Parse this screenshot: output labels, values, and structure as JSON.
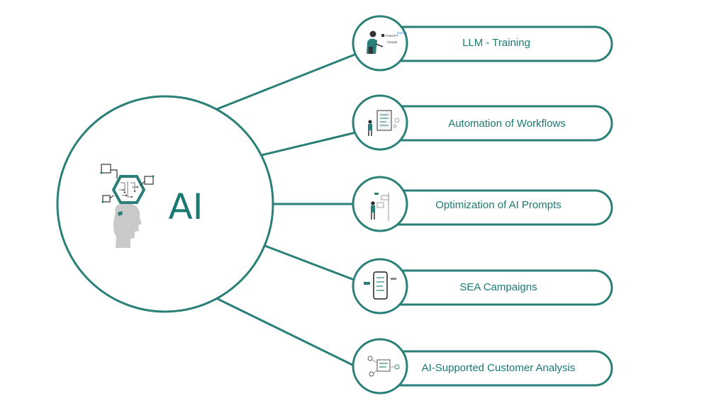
{
  "colors": {
    "accent": "#2a7f78",
    "text": "#1a7a72",
    "head": "#c9c9c9"
  },
  "hub": {
    "label": "AI",
    "icon": "ai-head-circuit-icon"
  },
  "branches": [
    {
      "label": "LLM - Training",
      "icon": "presenter-chatbots-icon",
      "tool_labels": [
        "ChatGPT",
        "Gemini",
        "Claude"
      ]
    },
    {
      "label": "Automation of Workflows",
      "icon": "workflow-document-icon"
    },
    {
      "label": "Optimization of AI Prompts",
      "icon": "prompt-board-icon"
    },
    {
      "label": "SEA Campaigns",
      "icon": "smartphone-ads-icon"
    },
    {
      "label": "AI-Supported Customer Analysis",
      "icon": "customer-network-icon"
    }
  ]
}
